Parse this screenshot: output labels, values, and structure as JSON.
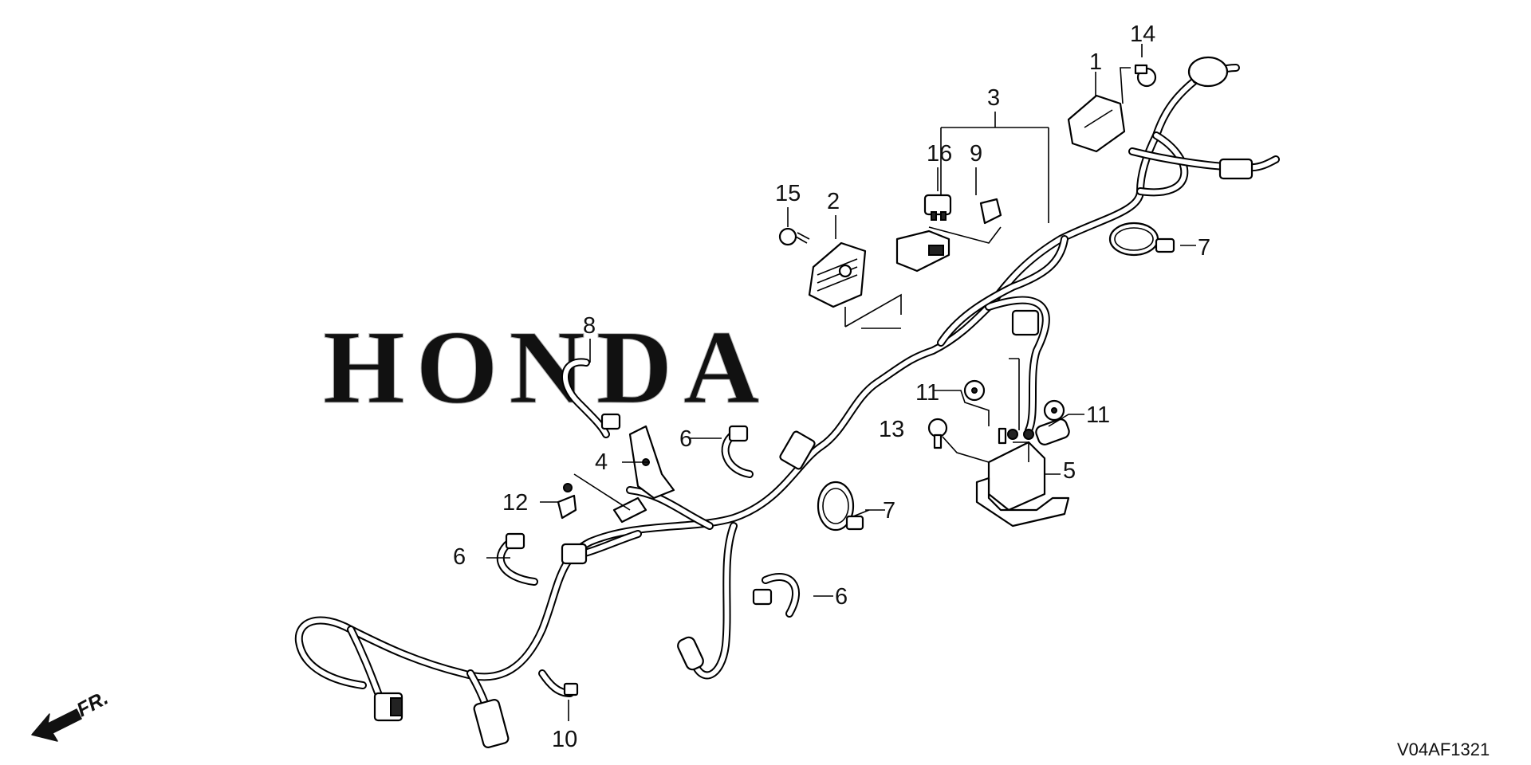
{
  "brand_watermark": "HONDA",
  "direction_label": "FR.",
  "diagram_code": "V04AF1321",
  "callouts": {
    "c1": "1",
    "c2": "2",
    "c3": "3",
    "c4": "4",
    "c5": "5",
    "c6a": "6",
    "c6b": "6",
    "c6c": "6",
    "c7a": "7",
    "c7b": "7",
    "c8": "8",
    "c9": "9",
    "c10": "10",
    "c11a": "11",
    "c11b": "11",
    "c12": "12",
    "c13": "13",
    "c14": "14",
    "c15": "15",
    "c16": "16"
  }
}
